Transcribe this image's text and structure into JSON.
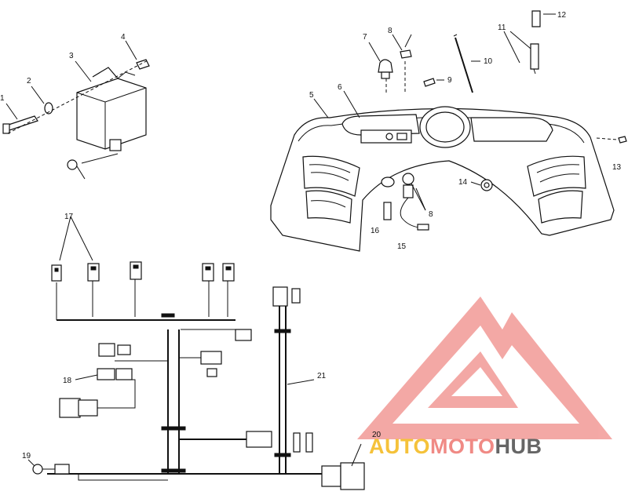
{
  "callouts": {
    "c1": "1",
    "c2": "2",
    "c3": "3",
    "c4": "4",
    "c5": "5",
    "c6": "6",
    "c7": "7",
    "c8a": "8",
    "c8b": "8",
    "c9": "9",
    "c10": "10",
    "c11": "11",
    "c12": "12",
    "c13": "13",
    "c14": "14",
    "c15": "15",
    "c16": "16",
    "c17": "17",
    "c18": "18",
    "c19": "19",
    "c20": "20",
    "c21": "21"
  },
  "watermark": {
    "part1": "AUTO",
    "part2": "MOTO",
    "part3": "HUB",
    "colors": {
      "auto": "#F5C23A",
      "moto": "#F08A85",
      "hub": "#666666",
      "logo": "#F29A96"
    }
  }
}
